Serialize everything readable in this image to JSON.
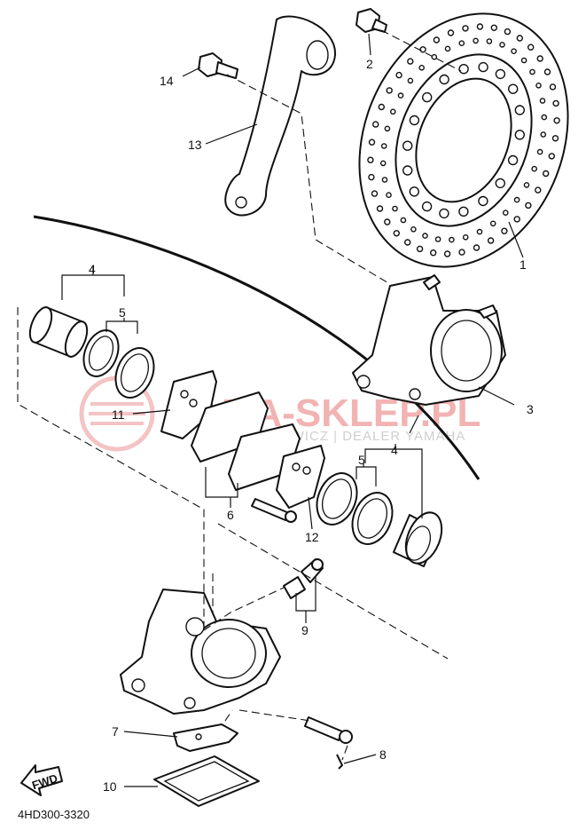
{
  "callouts": [
    {
      "id": "c1",
      "label": "1"
    },
    {
      "id": "c2",
      "label": "2"
    },
    {
      "id": "c3",
      "label": "3"
    },
    {
      "id": "c4a",
      "label": "4"
    },
    {
      "id": "c4b",
      "label": "4"
    },
    {
      "id": "c5a",
      "label": "5"
    },
    {
      "id": "c5b",
      "label": "5"
    },
    {
      "id": "c6",
      "label": "6"
    },
    {
      "id": "c7",
      "label": "7"
    },
    {
      "id": "c8",
      "label": "8"
    },
    {
      "id": "c9",
      "label": "9"
    },
    {
      "id": "c10",
      "label": "10"
    },
    {
      "id": "c11",
      "label": "11"
    },
    {
      "id": "c12",
      "label": "12"
    },
    {
      "id": "c13",
      "label": "13"
    },
    {
      "id": "c14",
      "label": "14"
    }
  ],
  "diagram_code": "4HD300-3320",
  "fwd_label": "FWD",
  "watermark": {
    "main": "AMA-SKLEP.PL",
    "sub": "WOJCIECHOWICZ | DEALER YAMAHA"
  },
  "colors": {
    "line": "#111111",
    "watermark": "#f2b3b3"
  }
}
